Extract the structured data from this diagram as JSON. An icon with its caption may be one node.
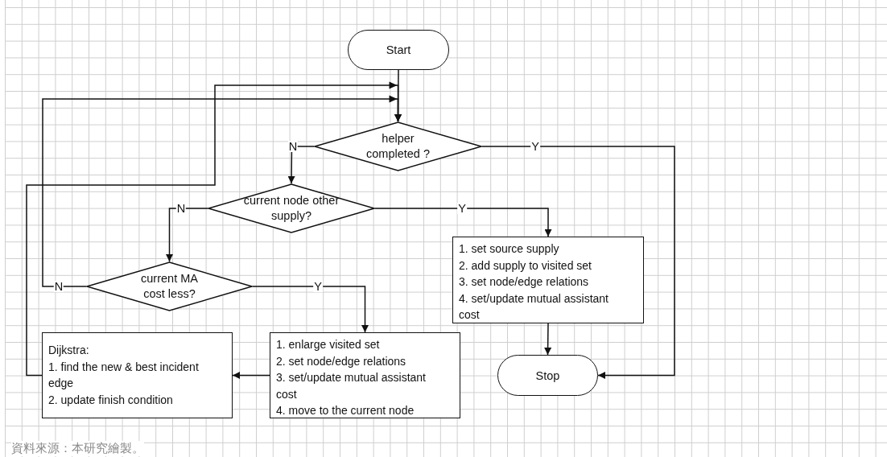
{
  "diagram": {
    "caption": "資料來源：本研究繪製。",
    "nodes": [
      {
        "text": [
          "Start"
        ]
      },
      {
        "text": [
          "helper completed ?"
        ]
      },
      {
        "text": [
          "current node other supply?"
        ]
      },
      {
        "text": [
          "current MA cost less?"
        ]
      },
      {
        "text": [
          "1. set source supply",
          "2. add supply to visited set",
          "3. set node/edge relations",
          "4. set/update mutual assistant cost"
        ]
      },
      {
        "text": [
          "1. enlarge visited set",
          "2. set node/edge relations",
          "3. set/update mutual assistant cost",
          "4. move to the current node"
        ]
      },
      {
        "text": [
          "Dijkstra:",
          "1. find the new & best incident edge",
          "2. update finish condition"
        ]
      },
      {
        "text": [
          "Stop"
        ]
      }
    ],
    "edges": [
      {
        "from": 0,
        "to": 1,
        "arrow": "to"
      },
      {
        "from": 1,
        "to": 2,
        "arrow": "to",
        "label": "N"
      },
      {
        "from": 1,
        "to": 7,
        "arrow": "to",
        "label": "Y"
      },
      {
        "from": 2,
        "to": 4,
        "arrow": "to",
        "label": "Y"
      },
      {
        "from": 2,
        "to": 3,
        "arrow": "to",
        "label": "N"
      },
      {
        "from": 3,
        "to": 5,
        "arrow": "to",
        "label": "Y"
      },
      {
        "from": 3,
        "to": 1,
        "arrow": "to",
        "label": "N"
      },
      {
        "from": 4,
        "to": 7,
        "arrow": "to"
      },
      {
        "from": 5,
        "to": 6,
        "arrow": "to"
      },
      {
        "from": 6,
        "to": 1,
        "arrow": "to"
      }
    ]
  }
}
